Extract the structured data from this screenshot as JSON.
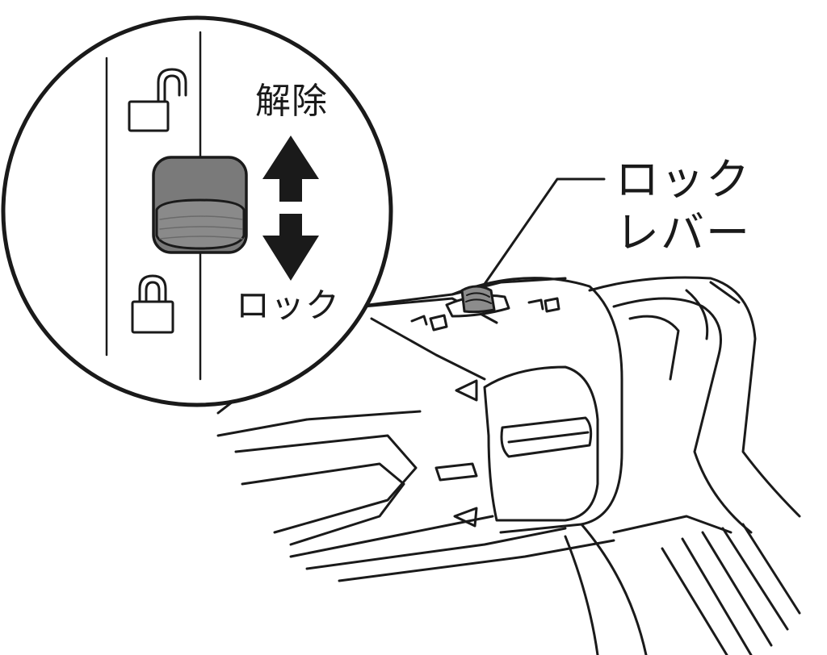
{
  "labels": {
    "release": "解除",
    "lock": "ロック",
    "lever_line1": "ロック",
    "lever_line2": "レバー"
  },
  "colors": {
    "line": "#1a1a1a",
    "switch_fill": "#7a7a7a",
    "switch_lower": "#8a8a8a",
    "lever_fill": "#8c8c8c",
    "background": "#ffffff"
  },
  "icons": {
    "unlock": "unlocked-padlock-icon",
    "lock": "locked-padlock-icon",
    "arrows": "up-down-arrow-icon"
  }
}
